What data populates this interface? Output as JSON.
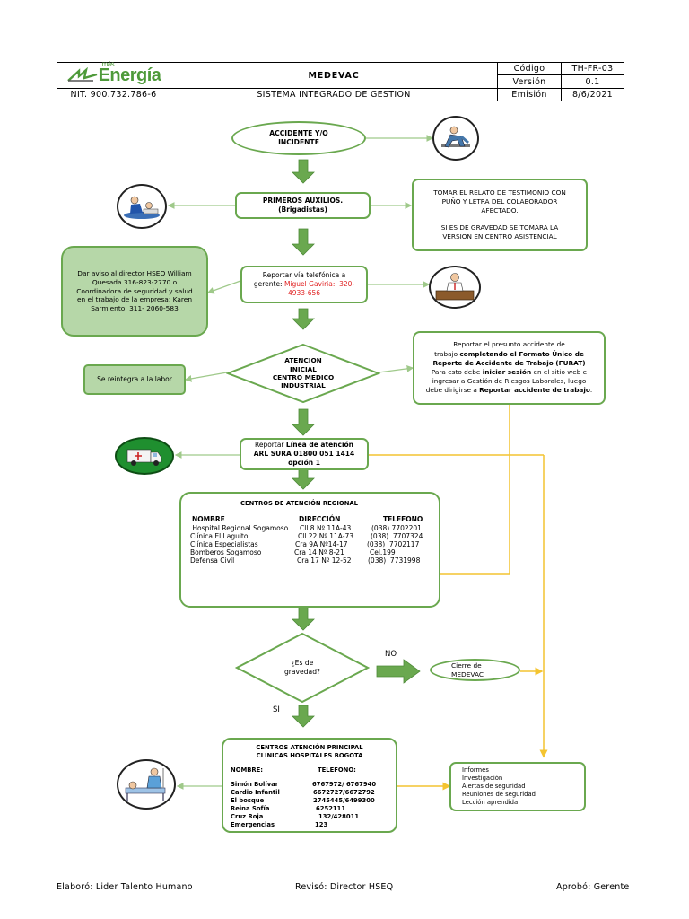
{
  "header": {
    "logo_text": "Energía",
    "logo_sub": "más",
    "nit": "NIT. 900.732.786-6",
    "title": "MEDEVAC",
    "system": "SISTEMA INTEGRADO DE GESTION",
    "codigo_label": "Código",
    "codigo_value": "TH-FR-03",
    "version_label": "Versión",
    "version_value": "0.1",
    "emision_label": "Emisión",
    "emision_value": "8/6/2021"
  },
  "flow": {
    "accidente": "ACCIDENTE Y/O\nINCIDENTE",
    "primeros": "PRIMEROS AUXILIOS.\n(Brigadistas)",
    "tomar": "TOMAR EL RELATO DE TESTIMONIO CON\nPUÑO Y LETRA DEL COLABORADOR\nAFECTADO.\n\nSI ES DE GRAVEDAD SE TOMARA LA\nVERSION EN CENTRO ASISTENCIAL",
    "dar_aviso": "Dar aviso al director HSEQ William\nQuesada 316-823-2770 o\nCoordinadora de seguridad y salud\nen el trabajo de la empresa: Karen\nSarmiento: 311- 2060-583",
    "reportar_tel_pre": "Reportar vía telefónica a\ngerente: ",
    "reportar_tel_red": "Miguel Gaviria:  320-\n4933-656",
    "atencion": "ATENCION\nINICIAL\nCENTRO MEDICO\nINDUSTRIAL",
    "reintegra": "Se reintegra a la labor",
    "furat_1": "Reportar el presunto accidente de\ntrabajo ",
    "furat_2": "completando el Formato Único de\nReporte de Accidente de Trabajo (FURAT)",
    "furat_3": "\nPara esto debe ",
    "furat_4": "iniciar sesión",
    "furat_5": " en el sitio web e\ningresar a Gestión de Riesgos Laborales, luego\ndebe dirigirse a ",
    "furat_6": "Reportar accidente de trabajo",
    "furat_7": ".",
    "arl_pre": "Reportar ",
    "arl_bold": "Línea de atención\nARL SURA 01800 051 1414\nopción 1",
    "gravedad": "¿Es de\ngravedad?",
    "no_label": "NO",
    "si_label": "SI",
    "cierre": "Cierre de\nMEDEVAC",
    "informes": "Informes\nInvestigación\nAlertas de seguridad\nReuniones de seguridad\nLección aprendida"
  },
  "regional": {
    "title": "CENTROS DE ATENCIÓN REGIONAL",
    "headers": [
      "NOMBRE",
      "DIRECCIÓN",
      "TELEFONO"
    ],
    "rows": [
      [
        " Hospital Regional Sogamoso",
        "Cll 8 Nº 11A-43",
        "(038) 7702201"
      ],
      [
        "Clínica El Laguito",
        "Cll 22 Nº 11A-73",
        "(038)  7707324"
      ],
      [
        "Clínica Especialistas",
        "Cra 9A Nº14-17",
        "(038)  7702117"
      ],
      [
        "Bomberos Sogamoso",
        "Cra 14 Nº 8-21",
        "Cel.199"
      ],
      [
        "Defensa Civil",
        "Cra 17 Nº 12-52",
        "(038)  7731998"
      ]
    ]
  },
  "principal": {
    "title": "CENTROS ATENCIÓN PRINCIPAL\nCLINICAS HOSPITALES BOGOTA",
    "headers": [
      "NOMBRE:",
      "TELEFONO:"
    ],
    "rows": [
      [
        "Simón Bolívar",
        "6767972/ 6767940"
      ],
      [
        "Cardio Infantil",
        "6672727/6672792"
      ],
      [
        "El bosque",
        "2745445/6499300"
      ],
      [
        "Reina Sofía",
        "6252111"
      ],
      [
        "Cruz Roja",
        "132/428011"
      ],
      [
        "Emergencias",
        "123"
      ]
    ]
  },
  "footer": {
    "elaboro": "Elaboró: Lider Talento Humano",
    "reviso": "Revisó: Director HSEQ",
    "aprobo": "Aprobó: Gerente"
  },
  "colors": {
    "green": "#6aa84f",
    "green_fill": "#b6d7a8",
    "yellow": "#f4c430",
    "logo_green": "#4e9a3a"
  }
}
